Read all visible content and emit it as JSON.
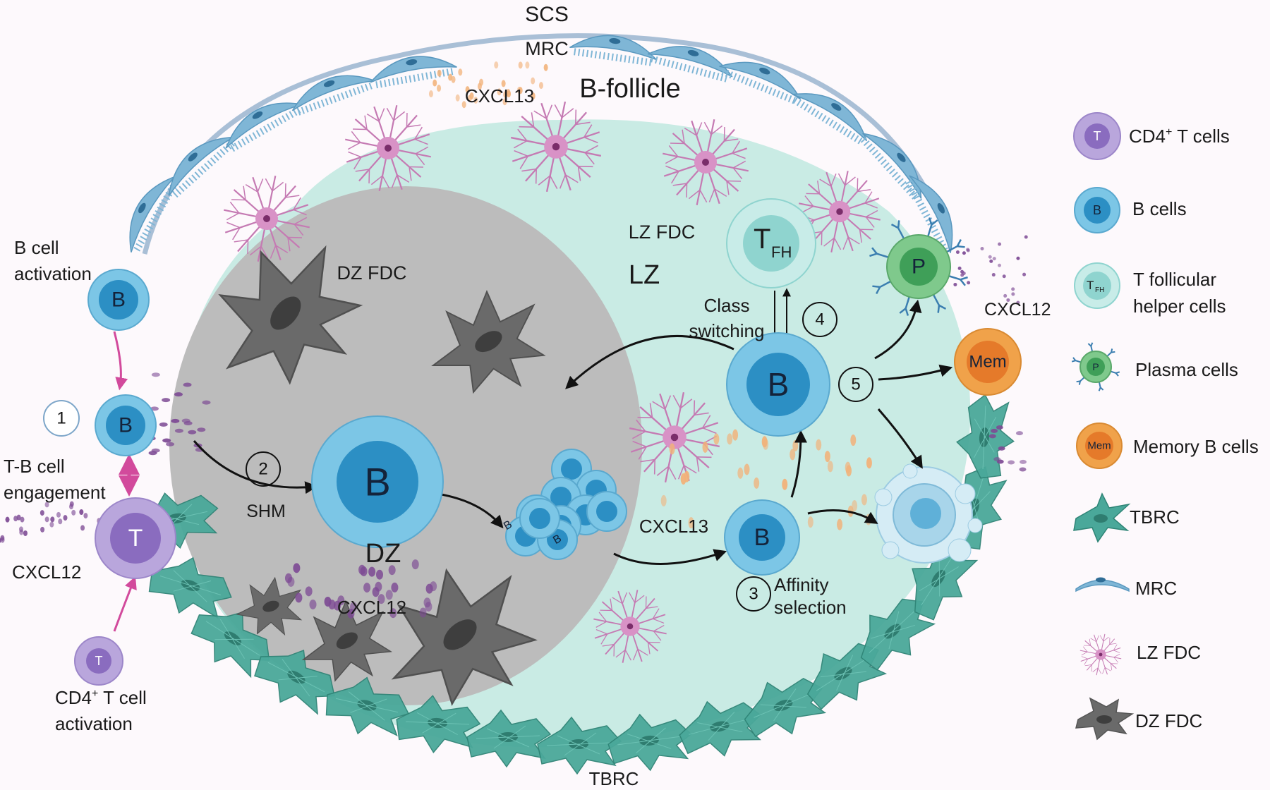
{
  "labels": {
    "scs": "SCS",
    "mrc": "MRC",
    "cxcl13_top": "CXCL13",
    "b_follicle": "B-follicle",
    "lz_fdc": "LZ FDC",
    "lz": "LZ",
    "dz_fdc": "DZ FDC",
    "dz": "DZ",
    "b_cell_activation_1": "B cell",
    "b_cell_activation_2": "activation",
    "tb_engagement_1": "T-B cell",
    "tb_engagement_2": "engagement",
    "cxcl12_left": "CXCL12",
    "cd4_activation_1": "CD4",
    "cd4_activation_sup": "+",
    "cd4_activation_2": " T cell",
    "cd4_activation_3": "activation",
    "shm": "SHM",
    "cxcl12_dz": "CXCL12",
    "cxcl13_lz": "CXCL13",
    "class_switching_1": "Class",
    "class_switching_2": "switching",
    "affinity_selection_1": "Affinity",
    "affinity_selection_2": "selection",
    "cxcl12_right": "CXCL12",
    "tbrc_bottom": "TBRC"
  },
  "steps": [
    "1",
    "2",
    "3",
    "4",
    "5"
  ],
  "cells": {
    "b": "B",
    "t": "T",
    "tfh_main": "T",
    "tfh_sub": "FH",
    "p": "P",
    "mem": "Mem"
  },
  "legend": [
    {
      "key": "cd4",
      "label": "CD4",
      "sup": "+",
      "label_rest": " T cells",
      "glyph": "T"
    },
    {
      "key": "b",
      "label": "B cells",
      "glyph": "B"
    },
    {
      "key": "tfh",
      "label_line1": "T follicular",
      "label_line2": "helper cells",
      "glyph": "T",
      "glyph_sub": "FH"
    },
    {
      "key": "plasma",
      "label": "Plasma cells",
      "glyph": "P"
    },
    {
      "key": "memory",
      "label": "Memory B cells",
      "glyph": "Mem"
    },
    {
      "key": "tbrc",
      "label": "TBRC"
    },
    {
      "key": "mrc",
      "label": "MRC"
    },
    {
      "key": "lzfdc",
      "label": "LZ FDC"
    },
    {
      "key": "dzfdc",
      "label": "DZ FDC"
    }
  ],
  "colors": {
    "background": "#fdf9fc",
    "follicle": "#c9ebe4",
    "dark_zone": "#bcbcbc",
    "b_outer": "#7cc6e6",
    "b_inner": "#2c8fc4",
    "t_outer": "#b9a6dc",
    "t_inner": "#8a6cbf",
    "tfh_outer": "#c8ece8",
    "tfh_inner": "#8fd4cf",
    "plasma_outer": "#7fc98c",
    "plasma_inner": "#3f9f58",
    "memory_outer": "#f0a24a",
    "memory_inner": "#e57a2a",
    "tbrc": "#4aa89a",
    "mrc": "#7fb6d6",
    "lz_fdc": "#c57ab3",
    "dz_fdc": "#6a6a6a",
    "chemokine_purple": "#7d4a94",
    "chemokine_orange": "#f2b27a",
    "arrow_magenta": "#d24a9c"
  }
}
